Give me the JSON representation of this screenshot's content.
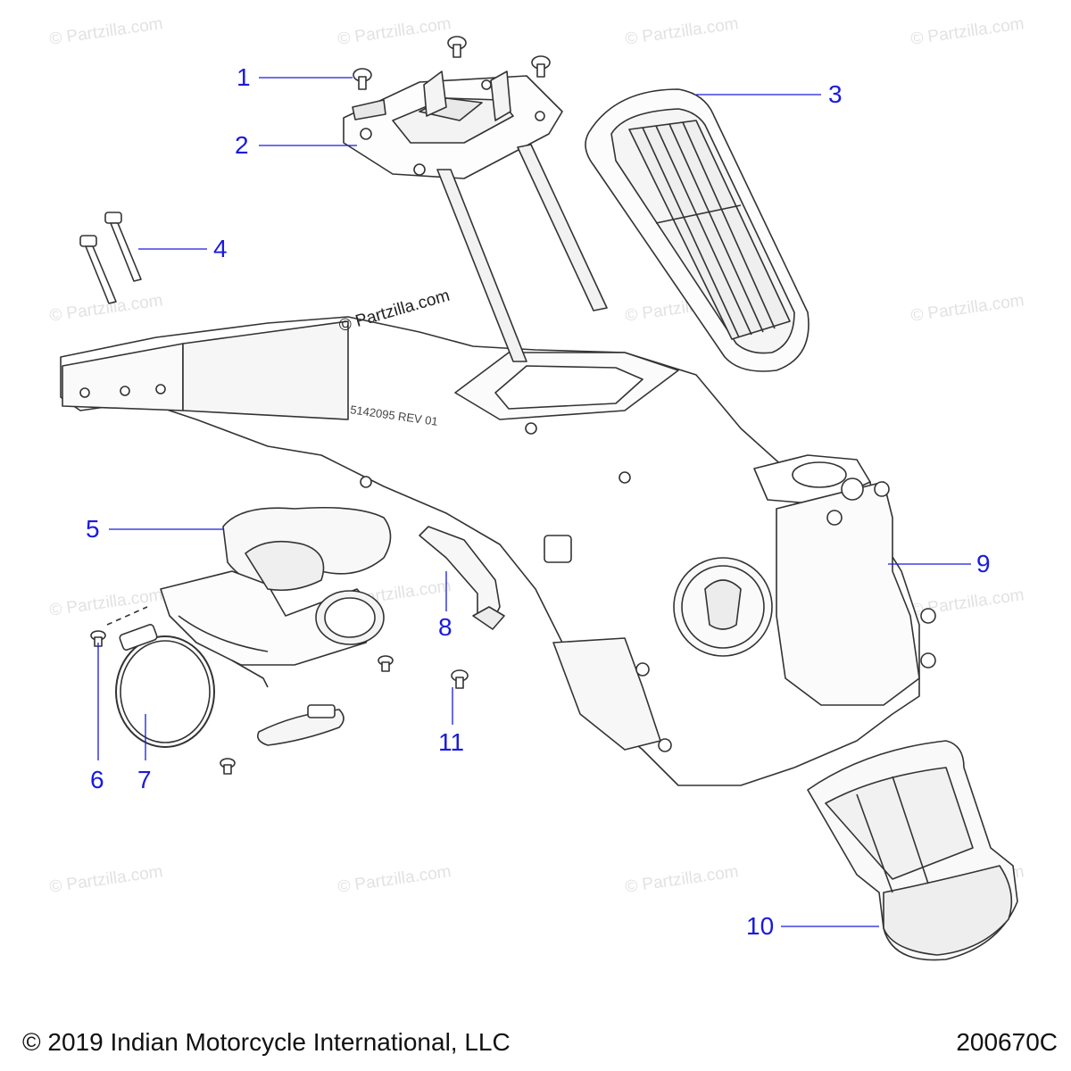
{
  "watermark": "© Partzilla.com",
  "center_stamp": "© Partzilla.com",
  "frame_marking": "5142095 REV 01",
  "callouts": {
    "c1": "1",
    "c2": "2",
    "c3": "3",
    "c4": "4",
    "c5": "5",
    "c6": "6",
    "c7": "7",
    "c8": "8",
    "c9": "9",
    "c10": "10",
    "c11": "11"
  },
  "footer": {
    "copyright": "© 2019 Indian Motorcycle International, LLC",
    "diagram_id": "200670C"
  },
  "colors": {
    "callout": "#1a1adf",
    "line": "#1a1adf",
    "part_stroke": "#333333",
    "watermark": "#e2e2e2"
  }
}
